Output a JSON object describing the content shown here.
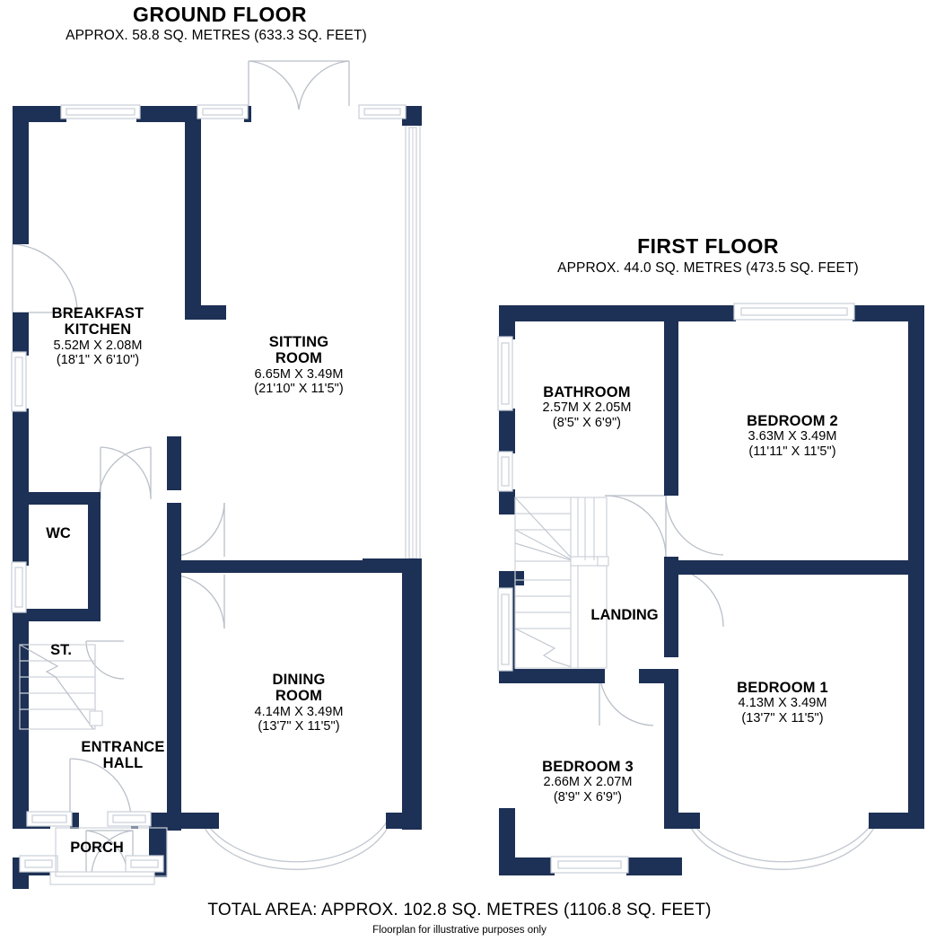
{
  "colors": {
    "wall": "#1d3055",
    "window_fill": "#ffffff",
    "window_line": "#c9cfd8",
    "door_arc": "#b9bfc8",
    "text": "#000000",
    "background": "#ffffff"
  },
  "floors": [
    {
      "id": "ground",
      "title": "GROUND FLOOR",
      "subtitle": "APPROX. 58.8 SQ. METRES (633.3 SQ. FEET)",
      "rooms": [
        {
          "id": "breakfast-kitchen",
          "name_line1": "BREAKFAST",
          "name_line2": "KITCHEN",
          "dims_metric": "5.52M X 2.08M",
          "dims_imperial": "(18'1\" X 6'10\")"
        },
        {
          "id": "sitting-room",
          "name_line1": "SITTING",
          "name_line2": "ROOM",
          "dims_metric": "6.65M X 3.49M",
          "dims_imperial": "(21'10\" X 11'5\")"
        },
        {
          "id": "wc",
          "name_line1": "WC",
          "name_line2": "",
          "dims_metric": "",
          "dims_imperial": ""
        },
        {
          "id": "storage",
          "name_line1": "ST.",
          "name_line2": "",
          "dims_metric": "",
          "dims_imperial": ""
        },
        {
          "id": "dining-room",
          "name_line1": "DINING",
          "name_line2": "ROOM",
          "dims_metric": "4.14M X 3.49M",
          "dims_imperial": "(13'7\" X 11'5\")"
        },
        {
          "id": "entrance-hall",
          "name_line1": "ENTRANCE",
          "name_line2": "HALL",
          "dims_metric": "",
          "dims_imperial": ""
        },
        {
          "id": "porch",
          "name_line1": "PORCH",
          "name_line2": "",
          "dims_metric": "",
          "dims_imperial": ""
        }
      ]
    },
    {
      "id": "first",
      "title": "FIRST FLOOR",
      "subtitle": "APPROX. 44.0 SQ. METRES (473.5 SQ. FEET)",
      "rooms": [
        {
          "id": "bathroom",
          "name_line1": "BATHROOM",
          "name_line2": "",
          "dims_metric": "2.57M X 2.05M",
          "dims_imperial": "(8'5\" X 6'9\")"
        },
        {
          "id": "bedroom-2",
          "name_line1": "BEDROOM 2",
          "name_line2": "",
          "dims_metric": "3.63M X 3.49M",
          "dims_imperial": "(11'11\" X 11'5\")"
        },
        {
          "id": "landing",
          "name_line1": "LANDING",
          "name_line2": "",
          "dims_metric": "",
          "dims_imperial": ""
        },
        {
          "id": "bedroom-1",
          "name_line1": "BEDROOM 1",
          "name_line2": "",
          "dims_metric": "4.13M X 3.49M",
          "dims_imperial": "(13'7\" X 11'5\")"
        },
        {
          "id": "bedroom-3",
          "name_line1": "BEDROOM 3",
          "name_line2": "",
          "dims_metric": "2.66M X 2.07M",
          "dims_imperial": "(8'9\" X 6'9\")"
        }
      ]
    }
  ],
  "footer": {
    "total_area": "TOTAL AREA: APPROX. 102.8 SQ. METRES (1106.8 SQ. FEET)",
    "disclaimer": "Floorplan for illustrative purposes only"
  }
}
